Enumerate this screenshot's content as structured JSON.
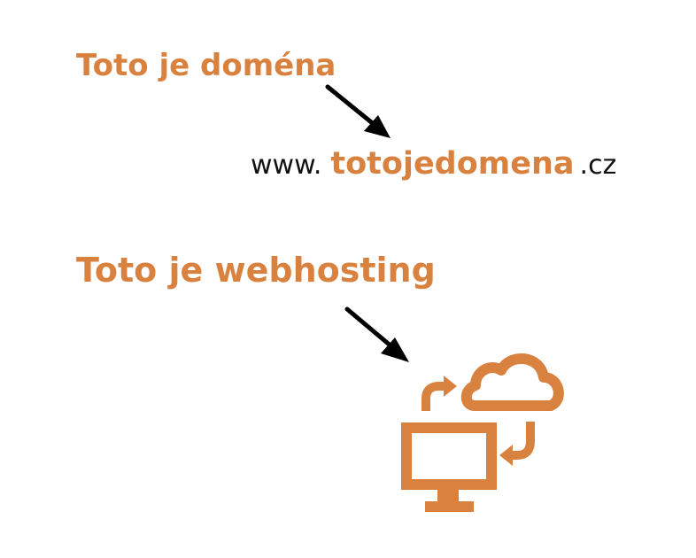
{
  "domain_section": {
    "heading": "Toto je doména",
    "url": {
      "prefix": "www.",
      "name": "totojedomena",
      "tld": ".cz"
    }
  },
  "hosting_section": {
    "heading": "Toto je webhosting"
  },
  "colors": {
    "accent": "#d9823f",
    "text": "#111111",
    "arrow": "#000000",
    "background": "#ffffff"
  },
  "icons": [
    "arrow-icon",
    "cloud-icon",
    "monitor-icon",
    "sync-arrow-icon"
  ]
}
